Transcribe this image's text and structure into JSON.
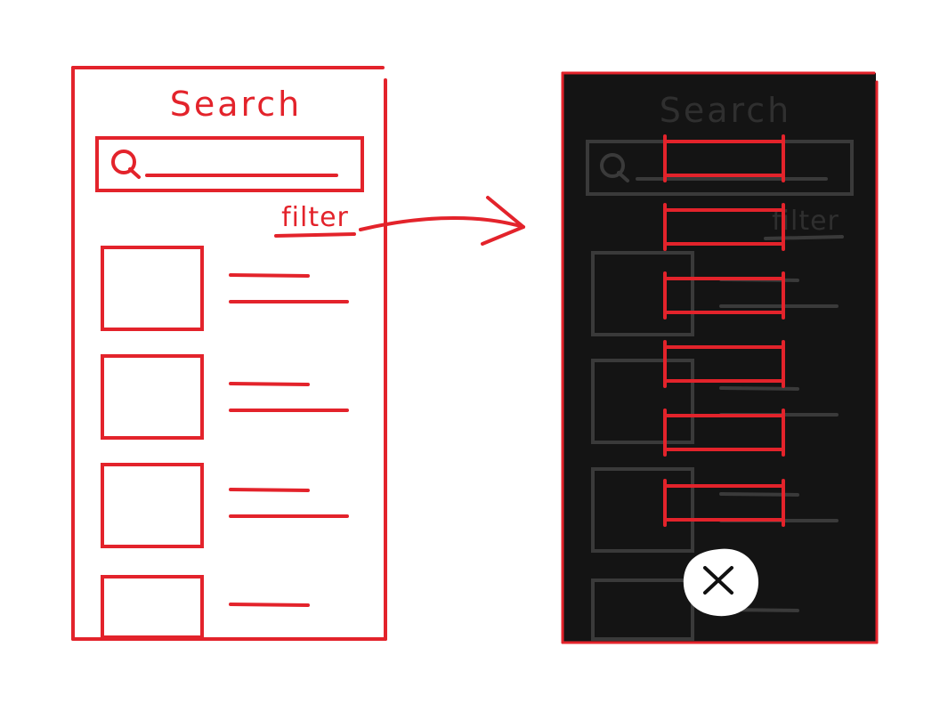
{
  "colors": {
    "sketch_red": "#e3232b",
    "overlay_dark": "#141414",
    "dim_stroke": "#3a3a3a",
    "dim_text": "#2f2f2f",
    "close_fill": "#ffffff",
    "close_glyph": "#111111",
    "background": "#ffffff"
  },
  "before_screen": {
    "title": "Search",
    "filter_label": "filter",
    "search_icon": "search-icon",
    "result_rows": 4
  },
  "after_screen": {
    "title": "Search",
    "filter_label": "filter",
    "search_icon": "search-icon",
    "filter_options": 6,
    "close_icon": "close-icon"
  },
  "transition_icon": "arrow-right-icon"
}
